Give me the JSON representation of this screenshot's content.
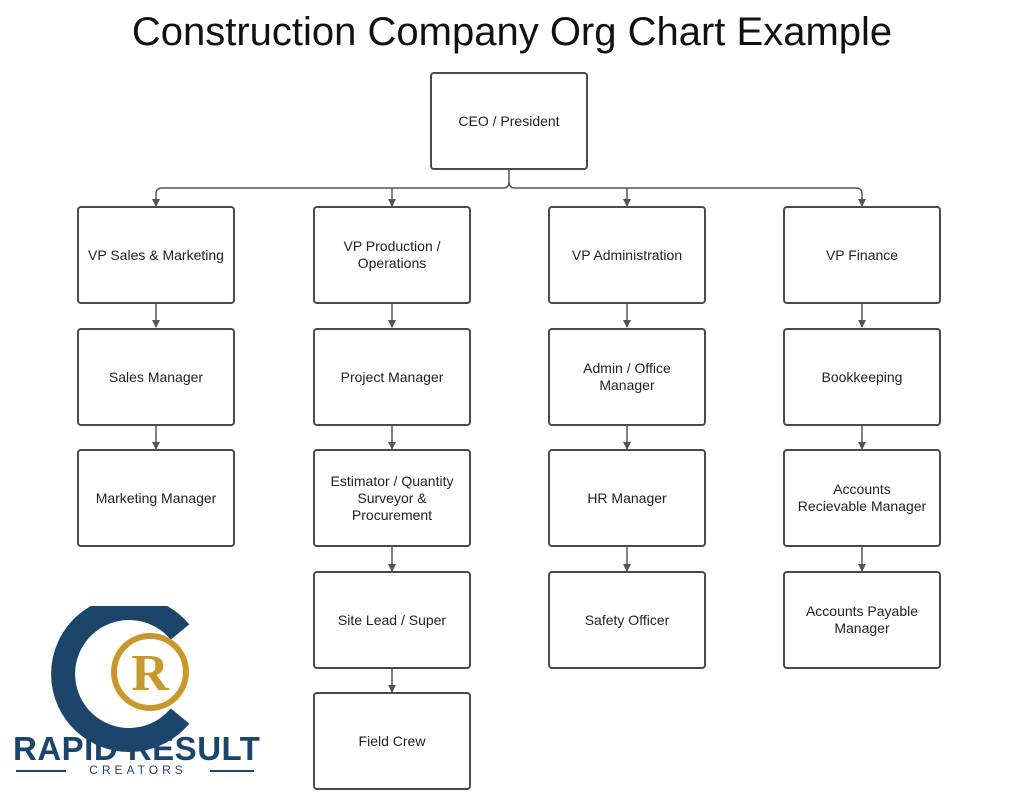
{
  "title": "Construction Company Org Chart Example",
  "colors": {
    "box_border": "#4a4a4a",
    "connector": "#555555",
    "logo_navy": "#1c456c",
    "logo_gold": "#c9982c"
  },
  "org": {
    "ceo": "CEO / President",
    "sales": {
      "vp": "VP Sales & Marketing",
      "l2": "Sales Manager",
      "l3": "Marketing Manager"
    },
    "production": {
      "vp": "VP Production /\nOperations",
      "l2": "Project Manager",
      "l3": "Estimator / Quantity\nSurveyor & Procurement",
      "l4": "Site Lead / Super",
      "l5": "Field Crew"
    },
    "administration": {
      "vp": "VP Administration",
      "l2": "Admin / Office Manager",
      "l3": "HR Manager",
      "l4": "Safety Officer"
    },
    "finance": {
      "vp": "VP Finance",
      "l2": "Bookkeeping",
      "l3": "Accounts\nRecievable Manager",
      "l4": "Accounts Payable\nManager"
    }
  },
  "logo": {
    "name": "RAPID RESULT",
    "subtitle": "CREATORS",
    "monogram": "R"
  }
}
